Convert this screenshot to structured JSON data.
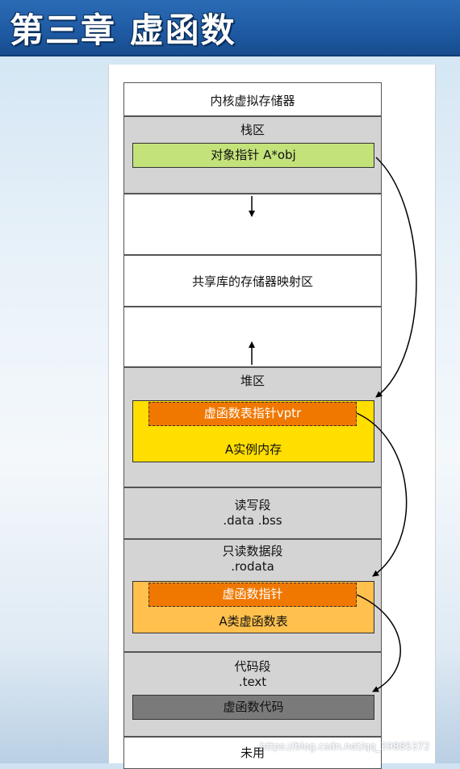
{
  "title": "第三章 虚函数",
  "diagram": {
    "top_label": "内核虚拟存储器",
    "stack": {
      "label": "栈区",
      "pointer": "对象指针 A*obj"
    },
    "shared": {
      "label": "共享库的存储器映射区"
    },
    "heap": {
      "label": "堆区",
      "vptr": "虚函数表指针vptr",
      "instance": "A实例内存"
    },
    "rw": {
      "label": "读写段",
      "sub": ".data .bss"
    },
    "ro": {
      "label": "只读数据段",
      "sub": ".rodata",
      "vfptr": "虚函数指针",
      "vtable": "A类虚函数表"
    },
    "code": {
      "label": "代码段",
      "sub": ".text",
      "vfcode": "虚函数代码"
    },
    "unused": {
      "label": "未用"
    }
  },
  "watermark": "https://blog.csdn.net/qq_39885372",
  "colors": {
    "banner": "#1e5aa3",
    "stack_pointer": "#c3e27a",
    "vptr": "#f07800",
    "instance": "#ffde00",
    "vtable": "#ffc04d",
    "vfptr": "#f07800",
    "vfcode": "#7a7a7a"
  }
}
